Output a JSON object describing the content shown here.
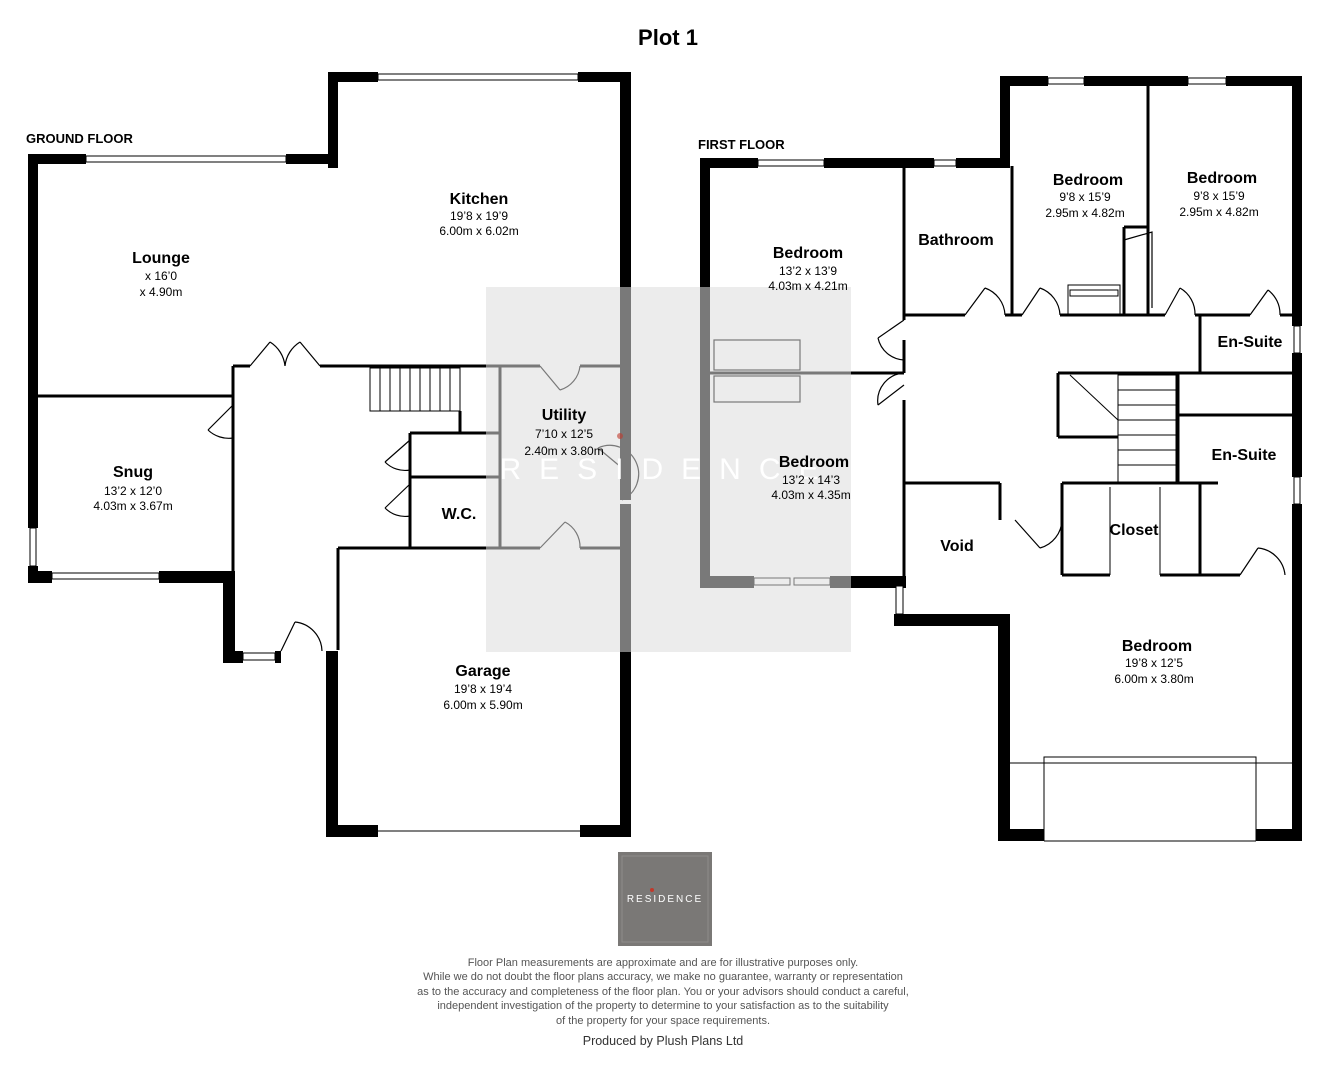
{
  "title": "Plot 1",
  "ground_floor": {
    "label": "GROUND FLOOR",
    "rooms": [
      {
        "name": "Kitchen",
        "dim_imperial": "19’8 x 19’9",
        "dim_metric": "6.00m x 6.02m"
      },
      {
        "name": "Lounge",
        "dim_imperial": "x 16’0",
        "dim_metric": "x 4.90m"
      },
      {
        "name": "Snug",
        "dim_imperial": "13’2 x 12’0",
        "dim_metric": "4.03m x 3.67m"
      },
      {
        "name": "Utility",
        "dim_imperial": "7’10 x 12’5",
        "dim_metric": "2.40m x 3.80m"
      },
      {
        "name": "W.C."
      },
      {
        "name": "Garage",
        "dim_imperial": "19’8 x 19’4",
        "dim_metric": "6.00m x 5.90m"
      }
    ]
  },
  "first_floor": {
    "label": "FIRST FLOOR",
    "rooms": [
      {
        "name": "Bedroom",
        "dim_imperial": "13’2 x 13’9",
        "dim_metric": "4.03m x 4.21m"
      },
      {
        "name": "Bathroom"
      },
      {
        "name": "Bedroom",
        "dim_imperial": "9’8 x 15’9",
        "dim_metric": "2.95m x 4.82m"
      },
      {
        "name": "Bedroom",
        "dim_imperial": "9’8 x 15’9",
        "dim_metric": "2.95m x 4.82m"
      },
      {
        "name": "En-Suite"
      },
      {
        "name": "Bedroom",
        "dim_imperial": "13’2 x 14’3",
        "dim_metric": "4.03m x 4.35m"
      },
      {
        "name": "En-Suite"
      },
      {
        "name": "Closet"
      },
      {
        "name": "Void"
      },
      {
        "name": "Bedroom",
        "dim_imperial": "19’8 x 12’5",
        "dim_metric": "6.00m x 3.80m"
      }
    ]
  },
  "watermark": "RESIDENCE",
  "logo_text": "RESIDENCE",
  "disclaimer": [
    "Floor Plan measurements are approximate and are for illustrative purposes only.",
    "While we do not doubt the floor plans accuracy, we make no guarantee, warranty or representation",
    "as to the accuracy and completeness of the floor plan. You or your advisors should conduct a careful,",
    "independent investigation of the property to determine to your satisfaction as to the suitability",
    "of the property for your space requirements."
  ],
  "producer": "Produced by Plush Plans Ltd",
  "colors": {
    "wall": "#000000",
    "logo_bg": "#7a7876",
    "logo_dot": "#c0392b",
    "watermark_overlay": "#dcdcdc"
  }
}
